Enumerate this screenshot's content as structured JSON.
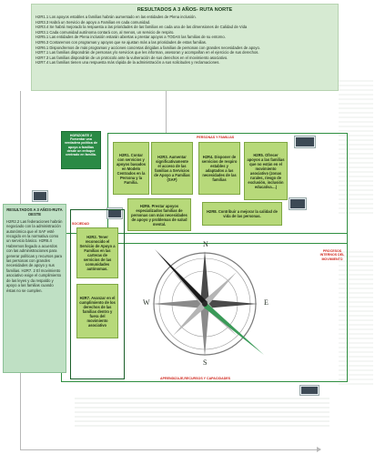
{
  "top": {
    "title": "RESULTADOS A 3 AÑOS- RUTA NORTE",
    "lines": [
      "H2R1.1 Los apoyos estables a familias habrán aumentado en las entidades de Plena inclusión.",
      "H2R3.3 Habrá un Servicio de apoyo a Familias en cada comunidad.",
      "H2R3.4 Se habrá mejorado la respuesta a las prioridades de las familias en cada una de las dimensiones de Calidad de Vida",
      "H2R3.1 Cada comunidad autónoma contará con, al menos, un servicio de respiro.",
      "H2R5.1 Las entidades de Plena inclusión estarán abiertas a prestar apoyos a TODAS las familias de su entorno.",
      "H2R6.3 Contaremos con programas y apoyos que se ajustan más a las prioridades de estas familias.",
      "H2R6.1 Dispondremos de más programas y acciones concretas dirigidas a familias de personas con grandes necesidades de apoyo.",
      "H2R7.1 Las familias dispondrán de personas y/o servicios que les informan, asesoran y acompañan en el ejercicio de sus derechos.",
      "H2R7.3 Las familias dispondrán de un protocolo ante la vulneración de sus derechos en el movimiento asociativo.",
      "H2R7.4 Las familias tienen una respuesta más rápida de la administración a sus solicitudes y reclamaciones."
    ]
  },
  "horizon": "HORIZONTE 2 Fomentar una verdadera política de apoyo a familias desde un enfoque centrado en familia.",
  "labels": {
    "personas_familias": "PERSONAS Y FAMILIAS",
    "sociedad": "SOCIEDAD",
    "procesos": "PROCESOS INTERNOS DEL MOVIMIENTO",
    "aprendizaje": "APRENDIZAJE,RECURSOS Y CAPACIDADES"
  },
  "boxes": {
    "h2r1": "H2R1. Contar con servicios y apoyos basados en Modelo Centrados en la Persona y la Familia.",
    "h2r3": "H2R3. Aumentar significativamente el acceso de las familias a Servicios de Apoyo a Familias (SAF)",
    "h2r4": "H2R4. Disponer de servicios de respiro estables y adaptados a las necesidades de las familias",
    "h2r5": "H2R5. Ofrecer apoyos a las familias que no están en el movimiento asociativo (zonas rurales, riesgo de exclusión, inclusión educativa…)",
    "h2r6": "H2R6. Prestar apoyos especializados familias de personas con más necesidades de apoyo y problemas de salud mental.",
    "h2r8": "H2R8. Contribuir a mejorar la calidad de vida de las personas.",
    "h2r2": "H2R2. Tener reconocido el Servicio de Apoyo a Familias en las carteras de servicios de las comunidades autónomas.",
    "h2r7": "H2R7. Avanzar en el cumplimiento de los derechos de las familias dentro y fuera del movimiento asociativo"
  },
  "left": {
    "title": "RESULTADOS A 3 AÑOS-RUTA OESTE",
    "body": "H2R2.2 Las federaciones habrán negociado con la administración autonómica que el SAF esté recogido en la normativa como un servicio básico. H2R6.4 Habremos llegado a acuerdos con las administraciones para generar políticas y recursos para las personas con grandes necesidades de apoyo y sus familias. H2R7. 2 El movimiento asociativo exige el cumplimiento de las leyes y da respaldo y apoyo a las familias cuando éstas no se cumplen."
  },
  "compass": {
    "n": "N",
    "s": "S",
    "e": "E",
    "w": "W"
  }
}
